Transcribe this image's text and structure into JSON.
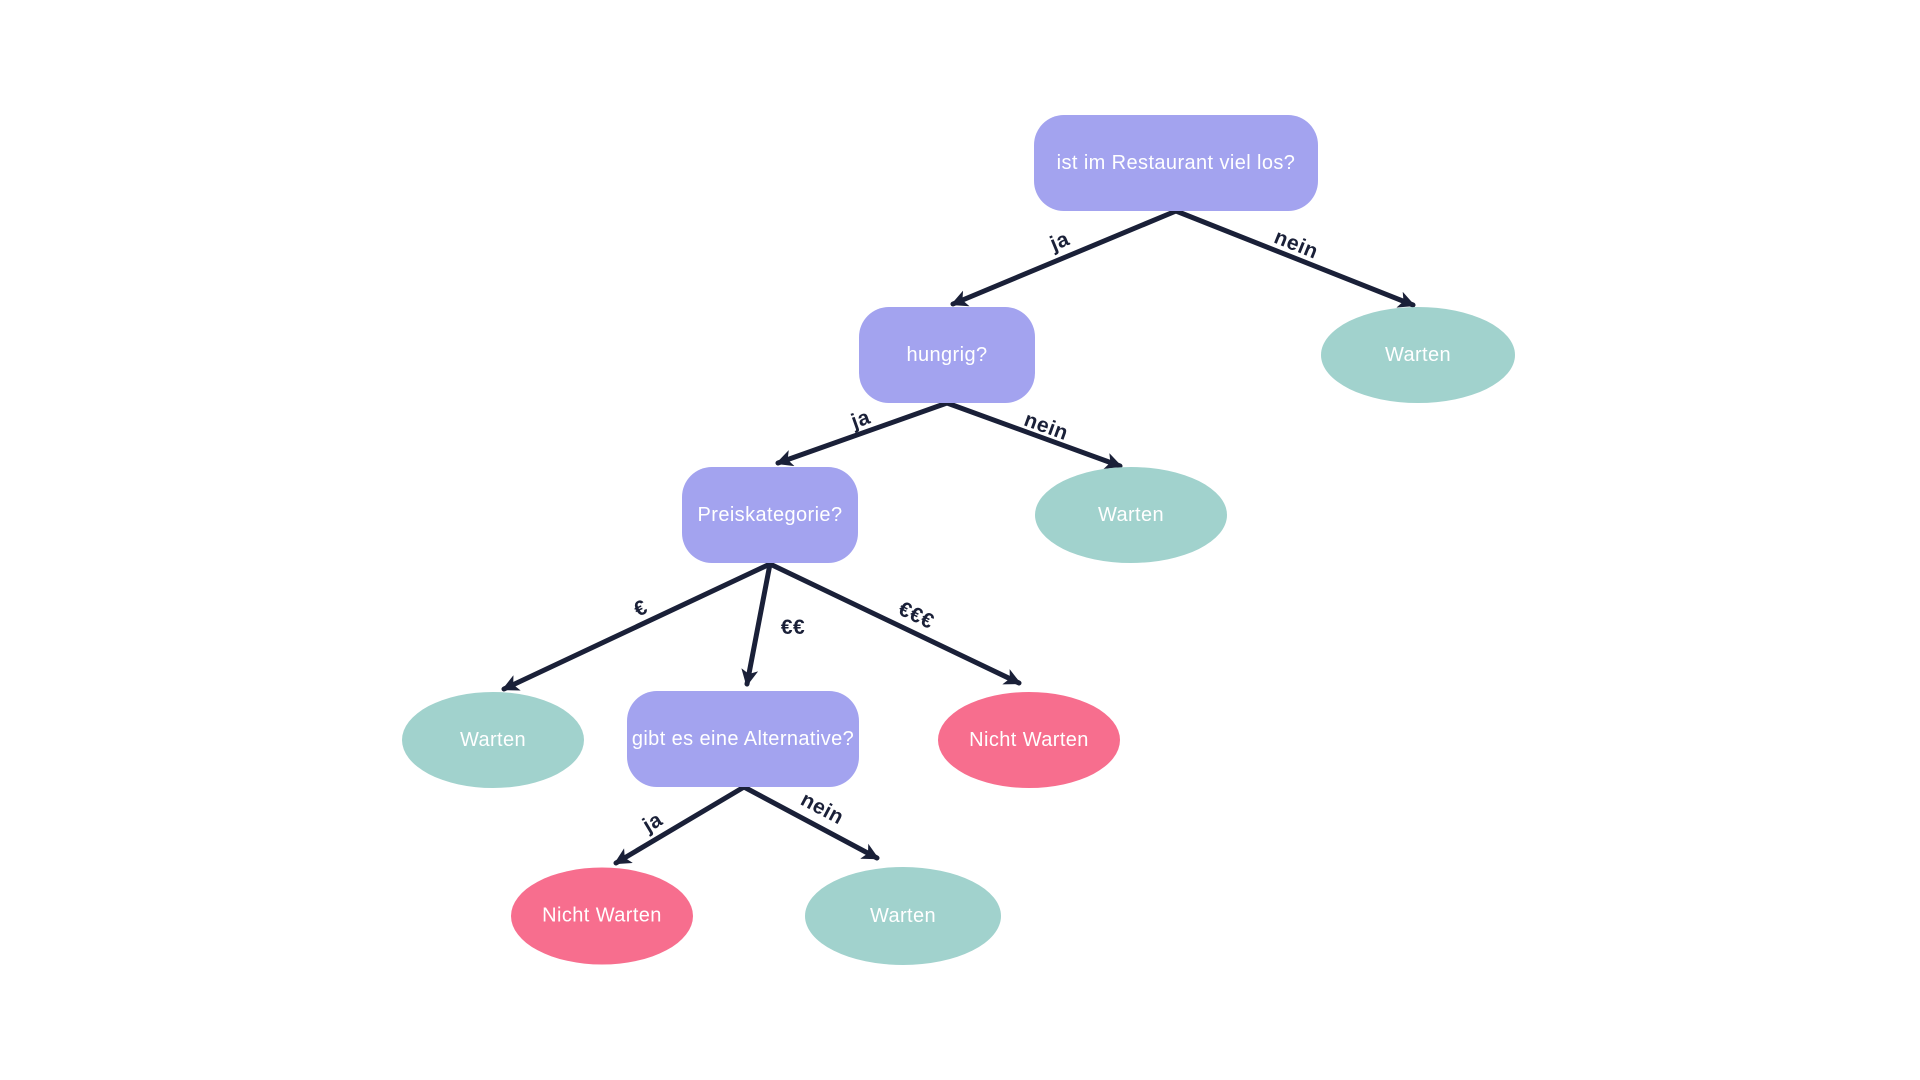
{
  "diagram": {
    "type": "decision-tree",
    "language": "de",
    "background_color": "#ffffff",
    "colors": {
      "decision_node_fill": "#a3a3ef",
      "wait_leaf_fill": "#a1d2cd",
      "no_wait_leaf_fill": "#f76e8e",
      "edge_stroke": "#1a2038",
      "node_text": "#ffffff",
      "edge_label_text": "#1a2038"
    },
    "nodes": [
      {
        "id": "root",
        "label": "ist im Restaurant viel los?",
        "shape": "rounded-rect",
        "kind": "decision"
      },
      {
        "id": "hungrig",
        "label": "hungrig?",
        "shape": "rounded-rect",
        "kind": "decision"
      },
      {
        "id": "warten-top",
        "label": "Warten",
        "shape": "ellipse",
        "kind": "wait"
      },
      {
        "id": "preiskategorie",
        "label": "Preiskategorie?",
        "shape": "rounded-rect",
        "kind": "decision"
      },
      {
        "id": "warten-mid",
        "label": "Warten",
        "shape": "ellipse",
        "kind": "wait"
      },
      {
        "id": "warten-left",
        "label": "Warten",
        "shape": "ellipse",
        "kind": "wait"
      },
      {
        "id": "alternative",
        "label": "gibt es eine Alternative?",
        "shape": "rounded-rect",
        "kind": "decision"
      },
      {
        "id": "nicht-warten-mid",
        "label": "Nicht Warten",
        "shape": "ellipse",
        "kind": "no-wait"
      },
      {
        "id": "nicht-warten-bot",
        "label": "Nicht Warten",
        "shape": "ellipse",
        "kind": "no-wait"
      },
      {
        "id": "warten-bot",
        "label": "Warten",
        "shape": "ellipse",
        "kind": "wait"
      }
    ],
    "edges": [
      {
        "from": "root",
        "to": "hungrig",
        "label": "ja"
      },
      {
        "from": "root",
        "to": "warten-top",
        "label": "nein"
      },
      {
        "from": "hungrig",
        "to": "preiskategorie",
        "label": "ja"
      },
      {
        "from": "hungrig",
        "to": "warten-mid",
        "label": "nein"
      },
      {
        "from": "preiskategorie",
        "to": "warten-left",
        "label": "€"
      },
      {
        "from": "preiskategorie",
        "to": "alternative",
        "label": "€€"
      },
      {
        "from": "preiskategorie",
        "to": "nicht-warten-mid",
        "label": "€€€"
      },
      {
        "from": "alternative",
        "to": "nicht-warten-bot",
        "label": "ja"
      },
      {
        "from": "alternative",
        "to": "warten-bot",
        "label": "nein"
      }
    ]
  }
}
